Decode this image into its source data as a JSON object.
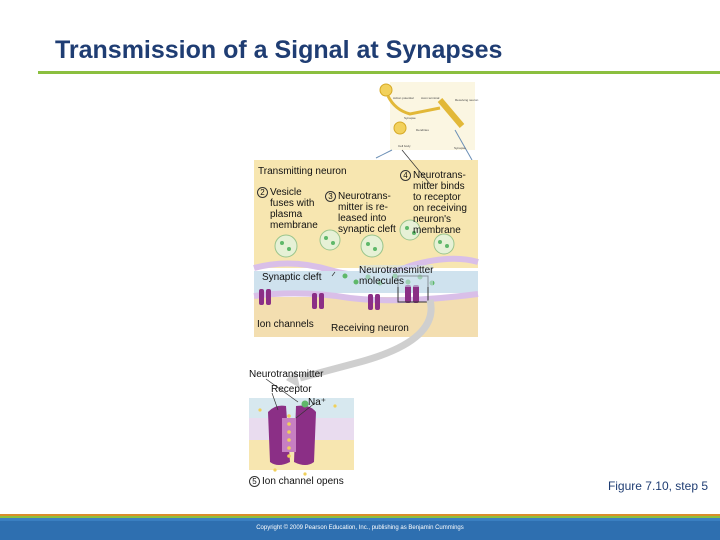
{
  "slide": {
    "title": "Transmission of a Signal at Synapses",
    "figure_caption": "Figure 7.10, step 5",
    "copyright": "Copyright © 2009 Pearson Education, Inc., publishing as Benjamin Cummings"
  },
  "diagram": {
    "transmitting_neuron": "Transmitting neuron",
    "step2": {
      "number": "2",
      "text": [
        "Vesicle",
        "fuses with",
        "plasma",
        "membrane"
      ]
    },
    "step3": {
      "number": "3",
      "text": [
        "Neurotrans-",
        "mitter is re-",
        "leased into",
        "synaptic cleft"
      ]
    },
    "step4": {
      "number": "4",
      "text": [
        "Neurotrans-",
        "mitter binds",
        "to receptor",
        "on receiving",
        "neuron's",
        "membrane"
      ]
    },
    "synaptic_cleft": "Synaptic cleft",
    "neurotransmitter_molecules": [
      "Neurotransmitter",
      "molecules"
    ],
    "ion_channels": "Ion channels",
    "receiving_neuron": "Receiving neuron",
    "neurotransmitter": "Neurotransmitter",
    "receptor": "Receptor",
    "na_plus": "Na⁺",
    "step5": {
      "number": "5",
      "text": "Ion channel opens"
    },
    "mini_labels": [
      "Action potential",
      "Axon terminal",
      "Receiving neuron",
      "Synapse",
      "Dendrites",
      "Cell body",
      "Synapse"
    ]
  },
  "colors": {
    "title": "#1f3d73",
    "rule": "#8bbf3f",
    "cytoplasm": "#f7e6b0",
    "cleft": "#cfe2ee",
    "membrane": "#d9bfe8",
    "vesicle": "#5fb86a",
    "ion_channel": "#8b2f86"
  }
}
